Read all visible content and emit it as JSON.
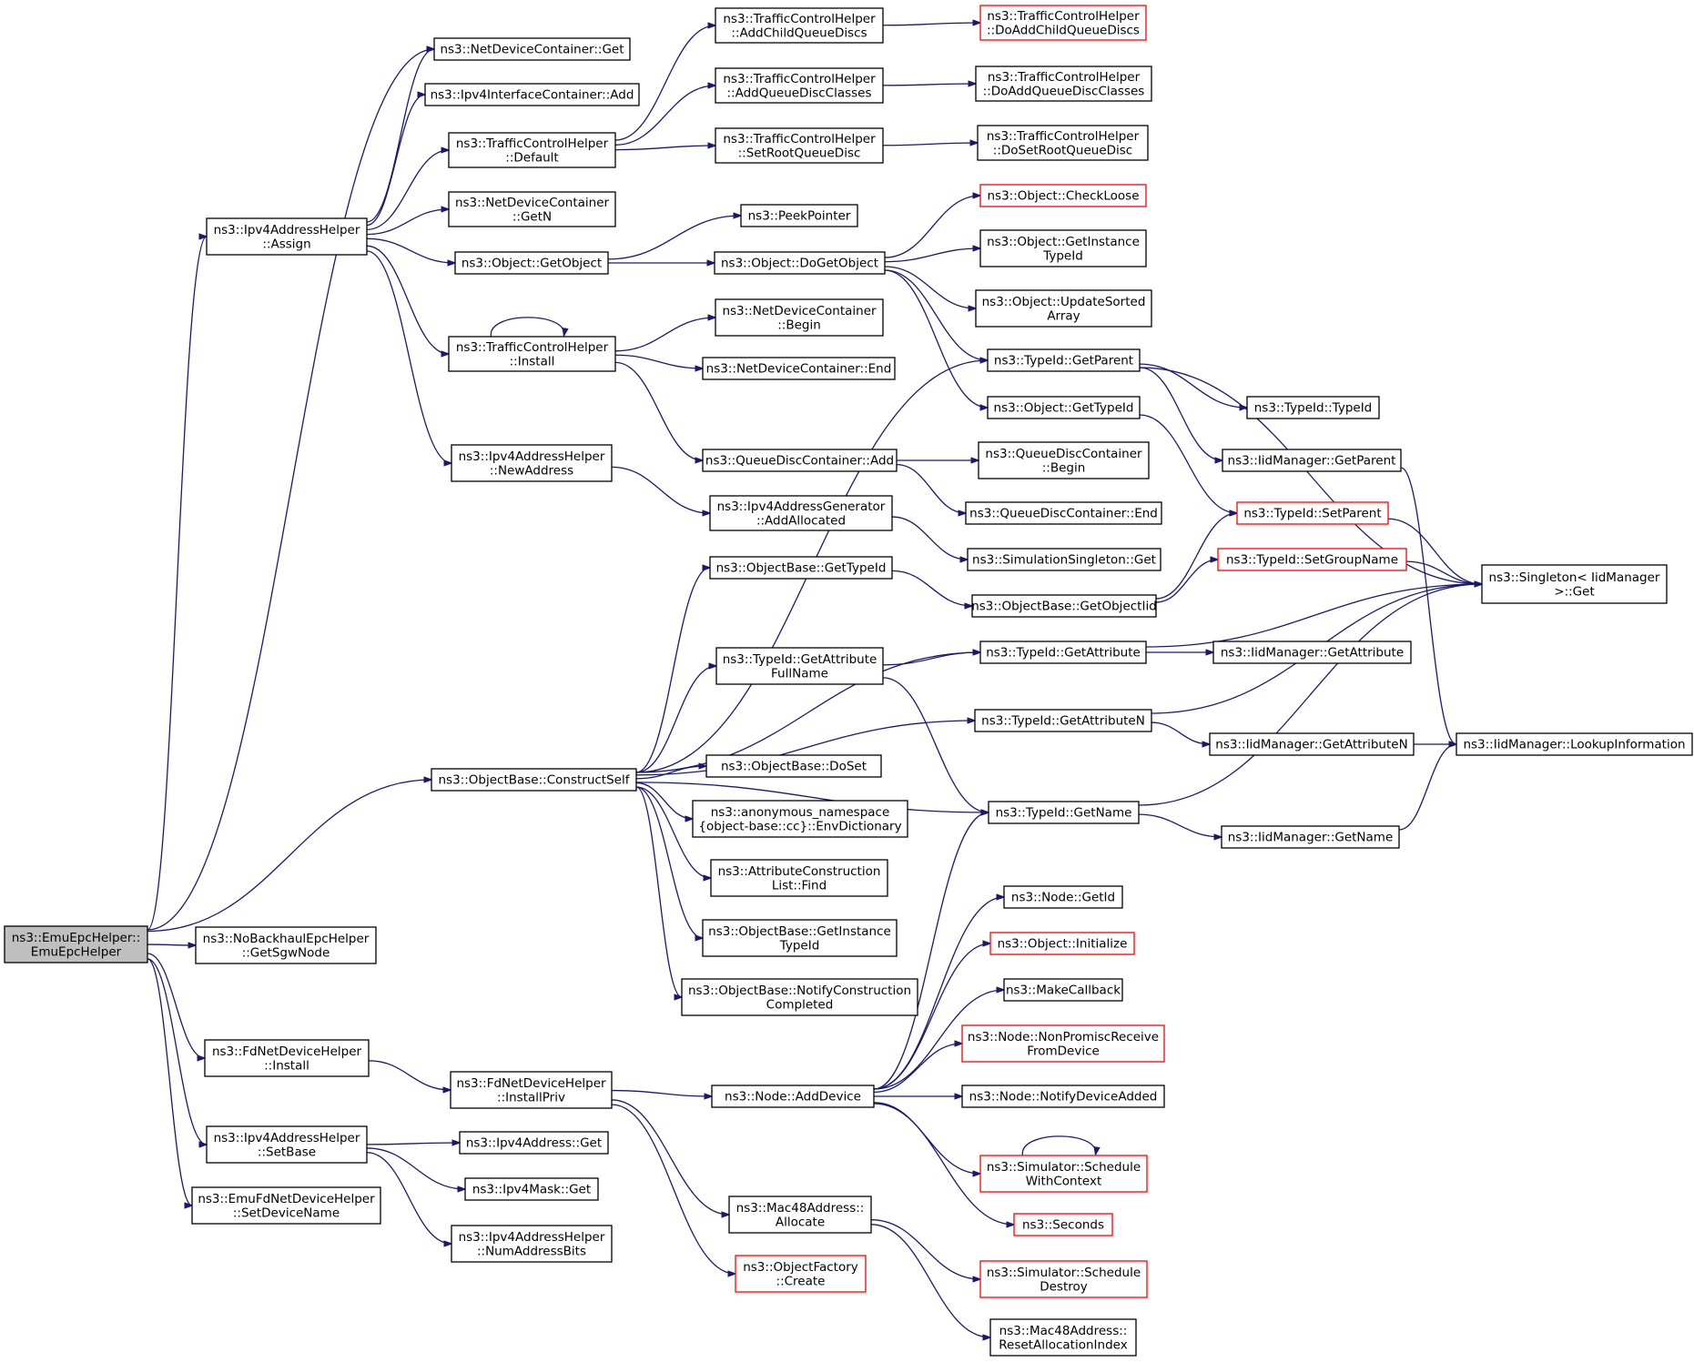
{
  "diagram": {
    "type": "call-graph",
    "colors": {
      "edge": "#191970",
      "node_border": "#000000",
      "truncated_node_border": "#ff0000",
      "root_fill": "#bfbfbf",
      "node_fill": "#ffffff",
      "background": "#ffffff"
    },
    "nodes": [
      {
        "id": "root",
        "lines": [
          "ns3::EmuEpcHelper::",
          "EmuEpcHelper"
        ],
        "style": "root"
      },
      {
        "id": "ndc_get",
        "lines": [
          "ns3::NetDeviceContainer::Get"
        ]
      },
      {
        "id": "ipv4ic_add",
        "lines": [
          "ns3::Ipv4InterfaceContainer::Add"
        ]
      },
      {
        "id": "tch_default",
        "lines": [
          "ns3::TrafficControlHelper",
          "::Default"
        ]
      },
      {
        "id": "ndc_getn",
        "lines": [
          "ns3::NetDeviceContainer",
          "::GetN"
        ]
      },
      {
        "id": "obj_getobject",
        "lines": [
          "ns3::Object::GetObject"
        ]
      },
      {
        "id": "tch_install",
        "lines": [
          "ns3::TrafficControlHelper",
          "::Install"
        ]
      },
      {
        "id": "ipv4ah_assign",
        "lines": [
          "ns3::Ipv4AddressHelper",
          "::Assign"
        ]
      },
      {
        "id": "ipv4ah_newaddress",
        "lines": [
          "ns3::Ipv4AddressHelper",
          "::NewAddress"
        ]
      },
      {
        "id": "tch_addchild",
        "lines": [
          "ns3::TrafficControlHelper",
          "::AddChildQueueDiscs"
        ]
      },
      {
        "id": "tch_doaddchild",
        "lines": [
          "ns3::TrafficControlHelper",
          "::DoAddChildQueueDiscs"
        ],
        "style": "red"
      },
      {
        "id": "tch_addclasses",
        "lines": [
          "ns3::TrafficControlHelper",
          "::AddQueueDiscClasses"
        ]
      },
      {
        "id": "tch_doaddclasses",
        "lines": [
          "ns3::TrafficControlHelper",
          "::DoAddQueueDiscClasses"
        ]
      },
      {
        "id": "tch_setroot",
        "lines": [
          "ns3::TrafficControlHelper",
          "::SetRootQueueDisc"
        ]
      },
      {
        "id": "tch_dosetroot",
        "lines": [
          "ns3::TrafficControlHelper",
          "::DoSetRootQueueDisc"
        ]
      },
      {
        "id": "obj_checkloose",
        "lines": [
          "ns3::Object::CheckLoose"
        ],
        "style": "red"
      },
      {
        "id": "peekpointer",
        "lines": [
          "ns3::PeekPointer"
        ]
      },
      {
        "id": "obj_dogetobject",
        "lines": [
          "ns3::Object::DoGetObject"
        ]
      },
      {
        "id": "obj_getinstancetypeid",
        "lines": [
          "ns3::Object::GetInstance",
          "TypeId"
        ]
      },
      {
        "id": "obj_updatesorted",
        "lines": [
          "ns3::Object::UpdateSorted",
          "Array"
        ]
      },
      {
        "id": "ndc_begin",
        "lines": [
          "ns3::NetDeviceContainer",
          "::Begin"
        ]
      },
      {
        "id": "ndc_end",
        "lines": [
          "ns3::NetDeviceContainer::End"
        ]
      },
      {
        "id": "typeid_getparent",
        "lines": [
          "ns3::TypeId::GetParent"
        ]
      },
      {
        "id": "typeid_typeid",
        "lines": [
          "ns3::TypeId::TypeId"
        ]
      },
      {
        "id": "obj_gettypeid",
        "lines": [
          "ns3::Object::GetTypeId"
        ]
      },
      {
        "id": "qdc_add",
        "lines": [
          "ns3::QueueDiscContainer::Add"
        ]
      },
      {
        "id": "qdc_begin",
        "lines": [
          "ns3::QueueDiscContainer",
          "::Begin"
        ]
      },
      {
        "id": "iid_getparent",
        "lines": [
          "ns3::IidManager::GetParent"
        ]
      },
      {
        "id": "qdc_end",
        "lines": [
          "ns3::QueueDiscContainer::End"
        ]
      },
      {
        "id": "ipv4ag_addallocated",
        "lines": [
          "ns3::Ipv4AddressGenerator",
          "::AddAllocated"
        ]
      },
      {
        "id": "typeid_setparent",
        "lines": [
          "ns3::TypeId::SetParent"
        ],
        "style": "red"
      },
      {
        "id": "simsingleton_get",
        "lines": [
          "ns3::SimulationSingleton::Get"
        ]
      },
      {
        "id": "objbase_gettypeid",
        "lines": [
          "ns3::ObjectBase::GetTypeId"
        ]
      },
      {
        "id": "typeid_setgroupname",
        "lines": [
          "ns3::TypeId::SetGroupName"
        ],
        "style": "red"
      },
      {
        "id": "singleton_get",
        "lines": [
          "ns3::Singleton< IidManager",
          " >::Get"
        ]
      },
      {
        "id": "objbase_getobjectiid",
        "lines": [
          "ns3::ObjectBase::GetObjectIid"
        ]
      },
      {
        "id": "typeid_getattrfullname",
        "lines": [
          "ns3::TypeId::GetAttribute",
          "FullName"
        ]
      },
      {
        "id": "typeid_getattribute",
        "lines": [
          "ns3::TypeId::GetAttribute"
        ]
      },
      {
        "id": "iid_getattribute",
        "lines": [
          "ns3::IidManager::GetAttribute"
        ]
      },
      {
        "id": "typeid_getattributen",
        "lines": [
          "ns3::TypeId::GetAttributeN"
        ]
      },
      {
        "id": "iid_getattributen",
        "lines": [
          "ns3::IidManager::GetAttributeN"
        ]
      },
      {
        "id": "iid_lookupinfo",
        "lines": [
          "ns3::IidManager::LookupInformation"
        ]
      },
      {
        "id": "objbase_dosset",
        "lines": [
          "ns3::ObjectBase::DoSet"
        ]
      },
      {
        "id": "objbase_constructself",
        "lines": [
          "ns3::ObjectBase::ConstructSelf"
        ]
      },
      {
        "id": "anon_envdict",
        "lines": [
          "ns3::anonymous_namespace",
          "{object-base::cc}::EnvDictionary"
        ]
      },
      {
        "id": "typeid_getname",
        "lines": [
          "ns3::TypeId::GetName"
        ]
      },
      {
        "id": "iid_getname",
        "lines": [
          "ns3::IidManager::GetName"
        ]
      },
      {
        "id": "attrcl_find",
        "lines": [
          "ns3::AttributeConstruction",
          "List::Find"
        ]
      },
      {
        "id": "node_getid",
        "lines": [
          "ns3::Node::GetId"
        ]
      },
      {
        "id": "objbase_getinstancetypeid",
        "lines": [
          "ns3::ObjectBase::GetInstance",
          "TypeId"
        ]
      },
      {
        "id": "obj_initialize",
        "lines": [
          "ns3::Object::Initialize"
        ],
        "style": "red"
      },
      {
        "id": "objbase_notify",
        "lines": [
          "ns3::ObjectBase::NotifyConstruction",
          "Completed"
        ]
      },
      {
        "id": "makecallback",
        "lines": [
          "ns3::MakeCallback"
        ]
      },
      {
        "id": "node_nonpromisc",
        "lines": [
          "ns3::Node::NonPromiscReceive",
          "FromDevice"
        ],
        "style": "red"
      },
      {
        "id": "nobackhaul_getsgw",
        "lines": [
          "ns3::NoBackhaulEpcHelper",
          "::GetSgwNode"
        ]
      },
      {
        "id": "fdndh_install",
        "lines": [
          "ns3::FdNetDeviceHelper",
          "::Install"
        ]
      },
      {
        "id": "fdndh_installpriv",
        "lines": [
          "ns3::FdNetDeviceHelper",
          "::InstallPriv"
        ]
      },
      {
        "id": "node_adddevice",
        "lines": [
          "ns3::Node::AddDevice"
        ]
      },
      {
        "id": "node_notifydeviceadded",
        "lines": [
          "ns3::Node::NotifyDeviceAdded"
        ]
      },
      {
        "id": "ipv4ah_setbase",
        "lines": [
          "ns3::Ipv4AddressHelper",
          "::SetBase"
        ]
      },
      {
        "id": "ipv4addr_get",
        "lines": [
          "ns3::Ipv4Address::Get"
        ]
      },
      {
        "id": "sim_schedwithctx",
        "lines": [
          "ns3::Simulator::Schedule",
          "WithContext"
        ],
        "style": "red"
      },
      {
        "id": "emufd_setdevicename",
        "lines": [
          "ns3::EmuFdNetDeviceHelper",
          "::SetDeviceName"
        ]
      },
      {
        "id": "ipv4mask_get",
        "lines": [
          "ns3::Ipv4Mask::Get"
        ]
      },
      {
        "id": "mac48_allocate",
        "lines": [
          "ns3::Mac48Address::",
          "Allocate"
        ]
      },
      {
        "id": "seconds",
        "lines": [
          "ns3::Seconds"
        ],
        "style": "red"
      },
      {
        "id": "ipv4ah_numaddrbits",
        "lines": [
          "ns3::Ipv4AddressHelper",
          "::NumAddressBits"
        ]
      },
      {
        "id": "sim_scheddestroy",
        "lines": [
          "ns3::Simulator::Schedule",
          "Destroy"
        ],
        "style": "red"
      },
      {
        "id": "objfactory_create",
        "lines": [
          "ns3::ObjectFactory",
          "::Create"
        ],
        "style": "red"
      },
      {
        "id": "mac48_resetalloc",
        "lines": [
          "ns3::Mac48Address::",
          "ResetAllocationIndex"
        ]
      }
    ],
    "edges": [
      [
        "root",
        "ndc_get"
      ],
      [
        "root",
        "ipv4ah_assign"
      ],
      [
        "root",
        "objbase_constructself"
      ],
      [
        "root",
        "nobackhaul_getsgw"
      ],
      [
        "root",
        "fdndh_install"
      ],
      [
        "root",
        "ipv4ah_setbase"
      ],
      [
        "root",
        "emufd_setdevicename"
      ],
      [
        "ipv4ah_assign",
        "ndc_get"
      ],
      [
        "ipv4ah_assign",
        "ipv4ic_add"
      ],
      [
        "ipv4ah_assign",
        "tch_default"
      ],
      [
        "ipv4ah_assign",
        "ndc_getn"
      ],
      [
        "ipv4ah_assign",
        "obj_getobject"
      ],
      [
        "ipv4ah_assign",
        "tch_install"
      ],
      [
        "ipv4ah_assign",
        "ipv4ah_newaddress"
      ],
      [
        "tch_default",
        "tch_addchild"
      ],
      [
        "tch_default",
        "tch_addclasses"
      ],
      [
        "tch_default",
        "tch_setroot"
      ],
      [
        "tch_addchild",
        "tch_doaddchild"
      ],
      [
        "tch_addclasses",
        "tch_doaddclasses"
      ],
      [
        "tch_setroot",
        "tch_dosetroot"
      ],
      [
        "obj_getobject",
        "peekpointer"
      ],
      [
        "obj_getobject",
        "obj_dogetobject"
      ],
      [
        "obj_dogetobject",
        "obj_checkloose"
      ],
      [
        "obj_dogetobject",
        "obj_getinstancetypeid"
      ],
      [
        "obj_dogetobject",
        "obj_updatesorted"
      ],
      [
        "obj_dogetobject",
        "typeid_getparent"
      ],
      [
        "obj_dogetobject",
        "obj_gettypeid"
      ],
      [
        "tch_install",
        "tch_install"
      ],
      [
        "tch_install",
        "ndc_begin"
      ],
      [
        "tch_install",
        "ndc_end"
      ],
      [
        "tch_install",
        "qdc_add"
      ],
      [
        "typeid_getparent",
        "typeid_typeid"
      ],
      [
        "typeid_getparent",
        "iid_getparent"
      ],
      [
        "typeid_getparent",
        "singleton_get"
      ],
      [
        "obj_gettypeid",
        "typeid_setparent"
      ],
      [
        "qdc_add",
        "qdc_begin"
      ],
      [
        "qdc_add",
        "qdc_end"
      ],
      [
        "iid_getparent",
        "iid_lookupinfo"
      ],
      [
        "ipv4ah_newaddress",
        "ipv4ag_addallocated"
      ],
      [
        "ipv4ag_addallocated",
        "simsingleton_get"
      ],
      [
        "typeid_setparent",
        "singleton_get"
      ],
      [
        "typeid_setgroupname",
        "singleton_get"
      ],
      [
        "objbase_gettypeid",
        "objbase_getobjectiid"
      ],
      [
        "objbase_getobjectiid",
        "typeid_setparent"
      ],
      [
        "objbase_getobjectiid",
        "typeid_setgroupname"
      ],
      [
        "typeid_getattrfullname",
        "typeid_getattribute"
      ],
      [
        "typeid_getattrfullname",
        "typeid_getname"
      ],
      [
        "typeid_getattribute",
        "iid_getattribute"
      ],
      [
        "typeid_getattribute",
        "singleton_get"
      ],
      [
        "typeid_getattributen",
        "iid_getattributen"
      ],
      [
        "typeid_getattributen",
        "singleton_get"
      ],
      [
        "iid_getattributen",
        "iid_lookupinfo"
      ],
      [
        "typeid_getname",
        "iid_getname"
      ],
      [
        "typeid_getname",
        "singleton_get"
      ],
      [
        "iid_getname",
        "iid_lookupinfo"
      ],
      [
        "objbase_constructself",
        "typeid_getparent"
      ],
      [
        "objbase_constructself",
        "objbase_gettypeid"
      ],
      [
        "objbase_constructself",
        "typeid_getattribute"
      ],
      [
        "objbase_constructself",
        "typeid_getattrfullname"
      ],
      [
        "objbase_constructself",
        "typeid_getattributen"
      ],
      [
        "objbase_constructself",
        "objbase_dosset"
      ],
      [
        "objbase_constructself",
        "anon_envdict"
      ],
      [
        "objbase_constructself",
        "attrcl_find"
      ],
      [
        "objbase_constructself",
        "objbase_getinstancetypeid"
      ],
      [
        "objbase_constructself",
        "objbase_notify"
      ],
      [
        "objbase_constructself",
        "typeid_getname"
      ],
      [
        "fdndh_install",
        "fdndh_installpriv"
      ],
      [
        "fdndh_installpriv",
        "node_adddevice"
      ],
      [
        "fdndh_installpriv",
        "mac48_allocate"
      ],
      [
        "fdndh_installpriv",
        "objfactory_create"
      ],
      [
        "node_adddevice",
        "typeid_getname"
      ],
      [
        "node_adddevice",
        "node_getid"
      ],
      [
        "node_adddevice",
        "obj_initialize"
      ],
      [
        "node_adddevice",
        "makecallback"
      ],
      [
        "node_adddevice",
        "node_nonpromisc"
      ],
      [
        "node_adddevice",
        "node_notifydeviceadded"
      ],
      [
        "node_adddevice",
        "sim_schedwithctx"
      ],
      [
        "node_adddevice",
        "seconds"
      ],
      [
        "sim_schedwithctx",
        "sim_schedwithctx"
      ],
      [
        "ipv4ah_setbase",
        "ipv4addr_get"
      ],
      [
        "ipv4ah_setbase",
        "ipv4mask_get"
      ],
      [
        "ipv4ah_setbase",
        "ipv4ah_numaddrbits"
      ],
      [
        "mac48_allocate",
        "sim_scheddestroy"
      ],
      [
        "mac48_allocate",
        "mac48_resetalloc"
      ]
    ]
  }
}
